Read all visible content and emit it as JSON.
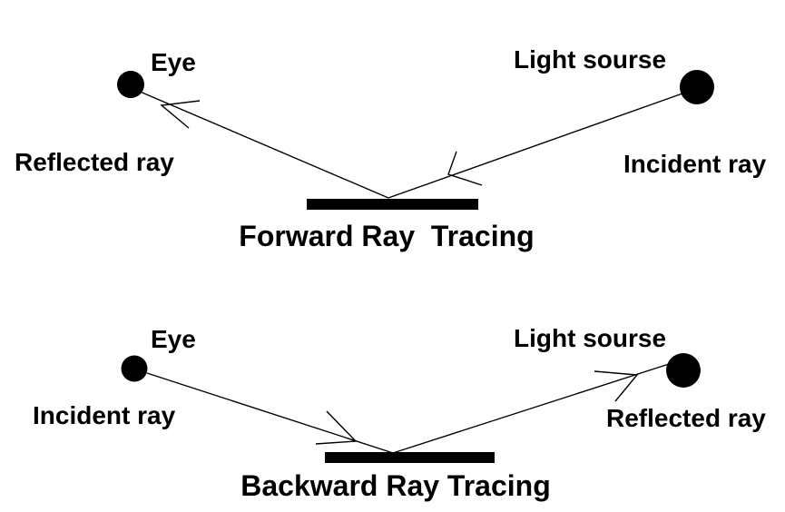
{
  "figure": {
    "background_color": "#ffffff",
    "ink_color": "#000000"
  },
  "forward": {
    "title": "Forward Ray  Tracing",
    "eye_label": "Eye",
    "light_source_label": "Light sourse",
    "reflected_ray_label": "Reflected ray",
    "incident_ray_label": "Incident ray"
  },
  "backward": {
    "title": "Backward Ray Tracing",
    "eye_label": "Eye",
    "light_source_label": "Light sourse",
    "incident_ray_label": "Incident ray",
    "reflected_ray_label": "Reflected ray"
  }
}
